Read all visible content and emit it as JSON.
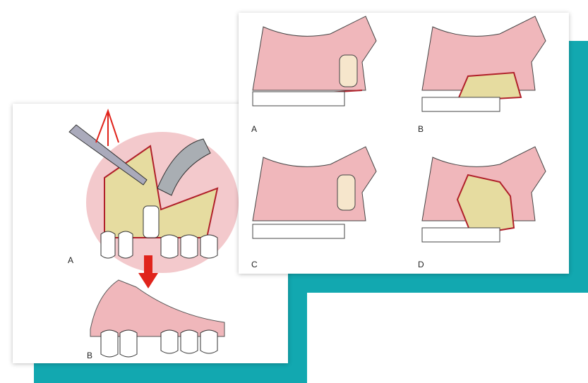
{
  "colors": {
    "accent": "#12a8b0",
    "gum": "#f0b7bb",
    "bone": "#e6dca0",
    "outline": "#b0202a",
    "arrow": "#e0241c"
  },
  "left_figure": {
    "labels": [
      "A",
      "B"
    ]
  },
  "right_figure": {
    "labels": [
      "A",
      "B",
      "C",
      "D"
    ]
  }
}
